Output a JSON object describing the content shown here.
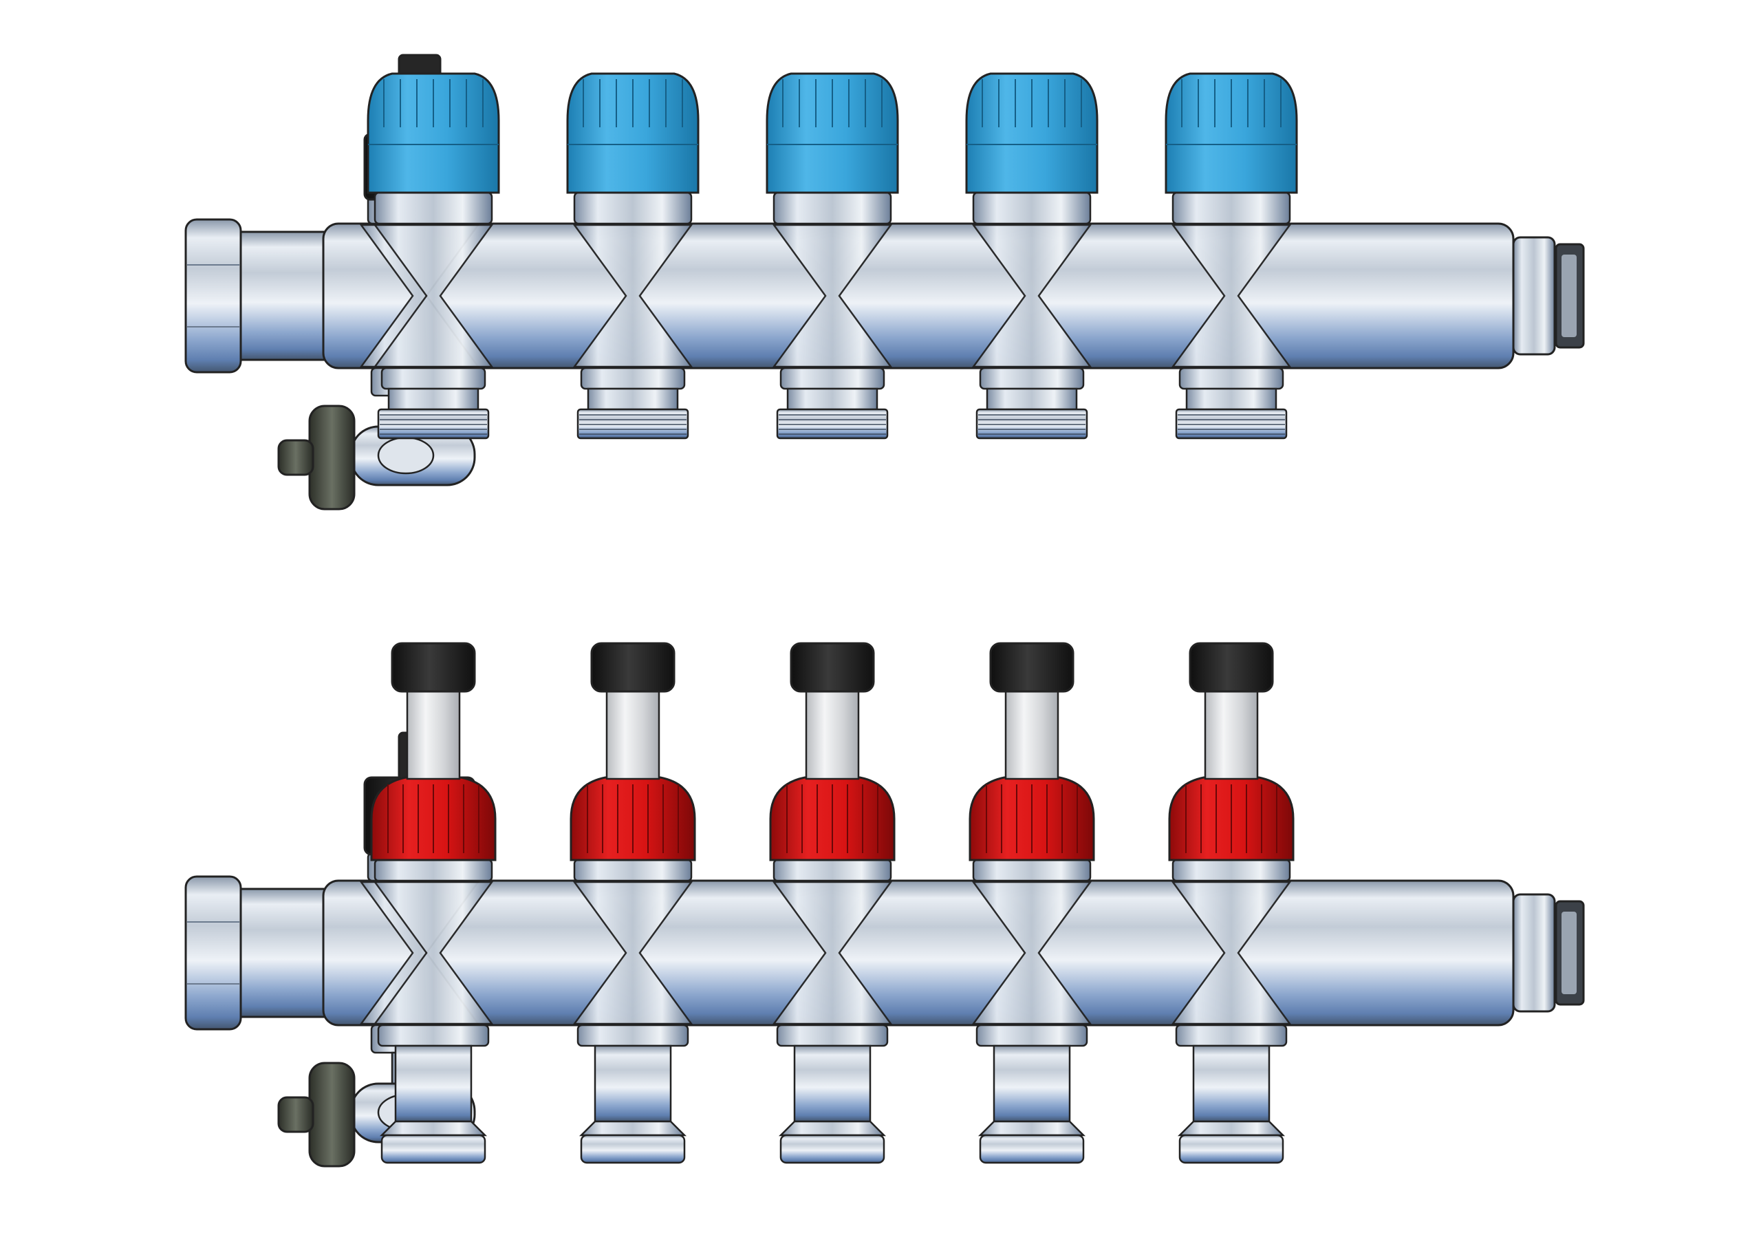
{
  "image": {
    "subject": "two-hydronic-manifold-bars",
    "background_color": "#ffffff"
  },
  "manifolds": [
    {
      "name": "supply-manifold-with-blue-caps",
      "outlet_count": 5,
      "cap_type": "blue-knurled-cap",
      "cap_color": "#3aa6dc",
      "body_finish": "chrome",
      "has_air_vent": true,
      "has_drain_valve": true,
      "has_end_plug": true
    },
    {
      "name": "return-manifold-with-flow-meters",
      "outlet_count": 5,
      "cap_type": "red-flow-meter",
      "cap_color": "#d81414",
      "top_cap_color": "#1a1a1a",
      "body_finish": "chrome",
      "has_air_vent": true,
      "has_drain_valve": true,
      "has_end_plug": true
    }
  ],
  "colors": {
    "chrome_light": "#eef2f7",
    "chrome_mid": "#b9c3cf",
    "chrome_dark": "#5f7086",
    "chrome_blue": "#6f93c4",
    "blue_cap": "#3aa6dc",
    "blue_cap_dark": "#1d7fb3",
    "red_cap": "#d81414",
    "red_cap_dark": "#8e0a0a",
    "black_part": "#1e1e1e",
    "olive_knob": "#4a4f44",
    "outline": "#222222"
  }
}
